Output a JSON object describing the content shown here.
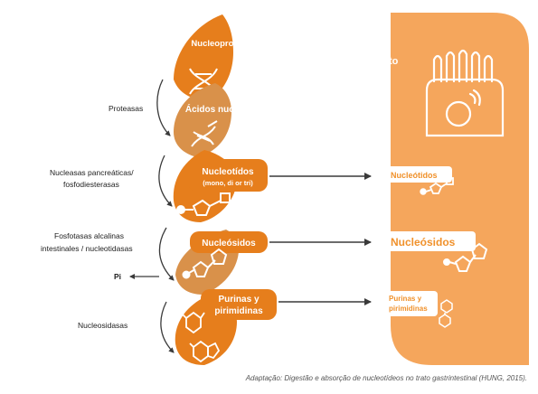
{
  "colors": {
    "orange_dark": "#e67e1c",
    "orange_mid": "#f0912b",
    "orange_light": "#f5a65c",
    "tan": "#d9914a",
    "panel": "#f5a65c",
    "arrow": "#3a3a3a"
  },
  "steps": {
    "nucleoproteina": "Nucleoproteína",
    "acidos": "Ácidos nucléicos",
    "nucleotidos": "Nucleotídos",
    "nucleotidos_sub": "(mono, di or tri)",
    "nucleosidos": "Nucleósidos",
    "purinas_1": "Purinas  y",
    "purinas_2": "pirimidinas"
  },
  "enzymes": {
    "proteasas": "Proteasas",
    "nucleasas_1": "Nucleasas pancreáticas/",
    "nucleasas_2": "fosfodiesterasas",
    "fosfotasas_1": "Fosfotasas alcalinas",
    "fosfotasas_2": "intestinales /  nucleotidasas",
    "pi": "Pi",
    "nucleosidasas": "Nucleosidasas"
  },
  "panel": {
    "title": "Enterocito",
    "nucleotidos": "Nucleótidos",
    "nucleosidos": "Nucleósidos",
    "purinas_1": "Purinas  y",
    "purinas_2": "pirimidinas"
  },
  "icons": {
    "protein": "dna-helix-icon",
    "nucleic": "dna-strand-icon",
    "nucleotide": "nucleotide-icon",
    "nucleoside": "nucleoside-icon",
    "base": "purine-pyrimidine-icon",
    "cell": "enterocyte-cell-icon"
  },
  "caption": "Adaptação: Digestão e absorção de nucleotídeos no trato gastrintestinal (HUNG, 2015)."
}
